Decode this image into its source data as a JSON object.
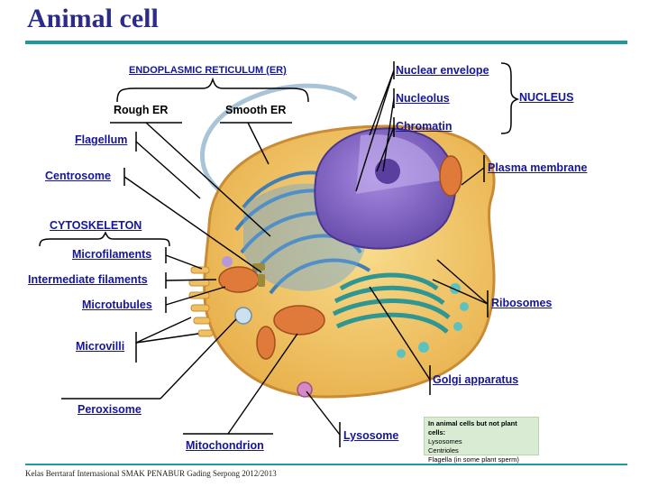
{
  "title": "Animal cell",
  "footer": "Kelas Berrtaraf Internasional SMAK PENABUR Gading Serpong 2012/2013",
  "labels": {
    "er_group": "ENDOPLASMIC RETICULUM (ER)",
    "rough_er": "Rough ER",
    "smooth_er": "Smooth ER",
    "flagellum": "Flagellum",
    "centrosome": "Centrosome",
    "cytoskeleton": "CYTOSKELETON",
    "microfilaments": "Microfilaments",
    "intermediate_filaments": "Intermediate filaments",
    "microtubules": "Microtubules",
    "microvilli": "Microvilli",
    "peroxisome": "Peroxisome",
    "mitochondrion": "Mitochondrion",
    "lysosome": "Lysosome",
    "golgi": "Golgi apparatus",
    "ribosomes": "Ribosomes",
    "plasma_membrane": "Plasma membrane",
    "nuclear_envelope": "Nuclear envelope",
    "nucleolus": "Nucleolus",
    "chromatin": "Chromatin",
    "nucleus": "NUCLEUS"
  },
  "note": {
    "heading": "In animal cells but not plant cells:",
    "items": [
      "Lysosomes",
      "Centrioles",
      "Flagella (in some plant sperm)"
    ]
  },
  "colors": {
    "title": "#2b2b8c",
    "label": "#15159a",
    "rule": "#1f9a9a",
    "cytoplasm": "#f3c766",
    "nucleus": "#8a6cc6",
    "er": "#4f8fc6",
    "golgi": "#3aa5a0",
    "mitochondrion": "#e07a3a",
    "note_bg": "#d9ecd3"
  }
}
